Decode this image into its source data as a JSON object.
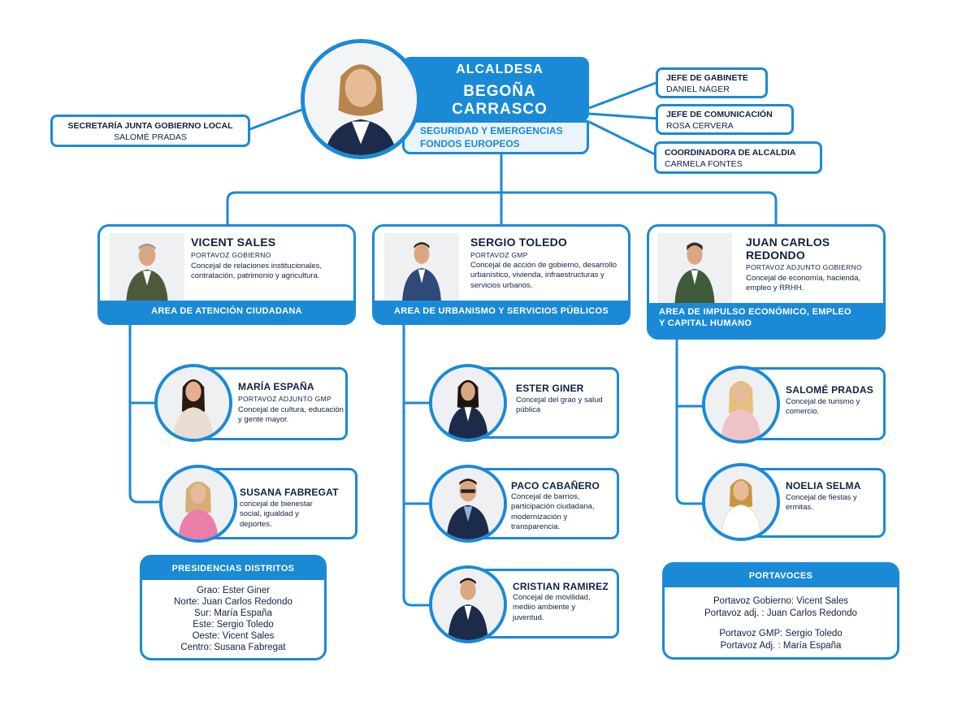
{
  "mayor": {
    "title": "ALCALDESA",
    "name_line1": "BEGOÑA",
    "name_line2": "CARRASCO",
    "area_line1": "SEGURIDAD Y EMERGENCIAS",
    "area_line2": "FONDOS EUROPEOS"
  },
  "secretaria": {
    "title": "SECRETARÍA JUNTA GOBIERNO LOCAL",
    "name": "SALOMÉ PRADAS"
  },
  "staff": [
    {
      "title": "JEFE DE GABINETE",
      "name": "DANIEL NÁGER"
    },
    {
      "title": "JEFE DE COMUNICACIÓN",
      "name": "ROSA CERVERA"
    },
    {
      "title": "COORDINADORA DE ALCALDIA",
      "name": "CARMELA FONTES"
    }
  ],
  "areas": [
    {
      "lead_name": "VICENT SALES",
      "lead_role": "PORTAVOZ GOBIERNO",
      "lead_desc": "Concejal de relaciones institucionales, contratación, patrimonio y agricultura.",
      "area_name": "AREA DE ATENCIÓN CIUDADANA"
    },
    {
      "lead_name": "SERGIO TOLEDO",
      "lead_role": "PORTAVOZ GMP",
      "lead_desc": "Concejal de acción de gobierno, desarrollo urbanístico, vivienda, infraestructuras y servicios urbanos.",
      "area_name": "AREA DE URBANISMO Y SERVICIOS PÚBLICOS"
    },
    {
      "lead_name_line1": "JUAN CARLOS",
      "lead_name_line2": "REDONDO",
      "lead_role": "PORTAVOZ ADJUNTO GOBIERNO",
      "lead_desc": "Concejal de economía, hacienda, empleo y RRHH.",
      "area_name_line1": "AREA DE IMPULSO ECONÓMICO, EMPLEO",
      "area_name_line2": "Y CAPITAL HUMANO"
    }
  ],
  "councillors": [
    {
      "name": "MARÍA ESPAÑA",
      "role": "PORTAVOZ ADJUNTO GMP",
      "desc": "Concejal de cultura, educación y gente mayor."
    },
    {
      "name": "SUSANA FABREGAT",
      "role": "",
      "desc": "concejal de bienestar social, igualdad y deportes."
    },
    {
      "name": "ESTER GINER",
      "role": "",
      "desc": "Concejal del grao y salud pública"
    },
    {
      "name": "PACO CABAÑERO",
      "role": "",
      "desc": "Concejal de barrios, participación ciudadana, modernización y transparencia."
    },
    {
      "name": "CRISTIAN RAMIREZ",
      "role": "",
      "desc": "Concejal de movilidad, mediio ambiente y juventud."
    },
    {
      "name": "SALOMÉ PRADAS",
      "role": "",
      "desc": "Concejal de turismo y comercio."
    },
    {
      "name": "NOELIA SELMA",
      "role": "",
      "desc": "Concejal de fiestas y ermitas."
    }
  ],
  "districts": {
    "title": "PRESIDENCIAS DISTRITOS",
    "lines": [
      "Grao: Ester Giner",
      "Norte: Juan Carlos Redondo",
      "Sur: María España",
      "Este: Sergio Toledo",
      "Oeste: Vicent Sales",
      "Centro: Susana Fabregat"
    ]
  },
  "portavoces": {
    "title": "PORTAVOCES",
    "lines": [
      "Portavoz Gobierno: Vicent Sales",
      "Portavoz adj. : Juan Carlos Redondo",
      "Portavoz GMP: Sergio Toledo",
      "Portavoz Adj. : María España"
    ]
  },
  "colors": {
    "accent": "#1a8ad6",
    "text": "#0f2244",
    "mayor_area_bg": "#eaf4fb"
  }
}
